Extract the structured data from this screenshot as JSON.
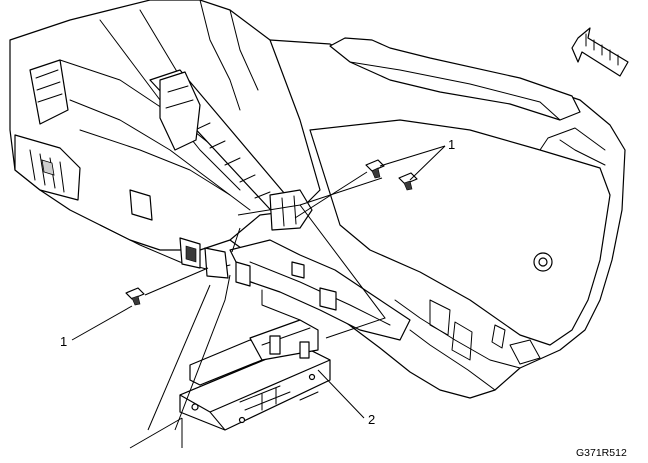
{
  "figure": {
    "id_label": "G371R512",
    "callouts": [
      {
        "key": "fastener_upper",
        "text": "1"
      },
      {
        "key": "fastener_left",
        "text": "1"
      },
      {
        "key": "module",
        "text": "2"
      }
    ]
  },
  "icons": {
    "front_arrow": "direction-arrow-icon"
  }
}
